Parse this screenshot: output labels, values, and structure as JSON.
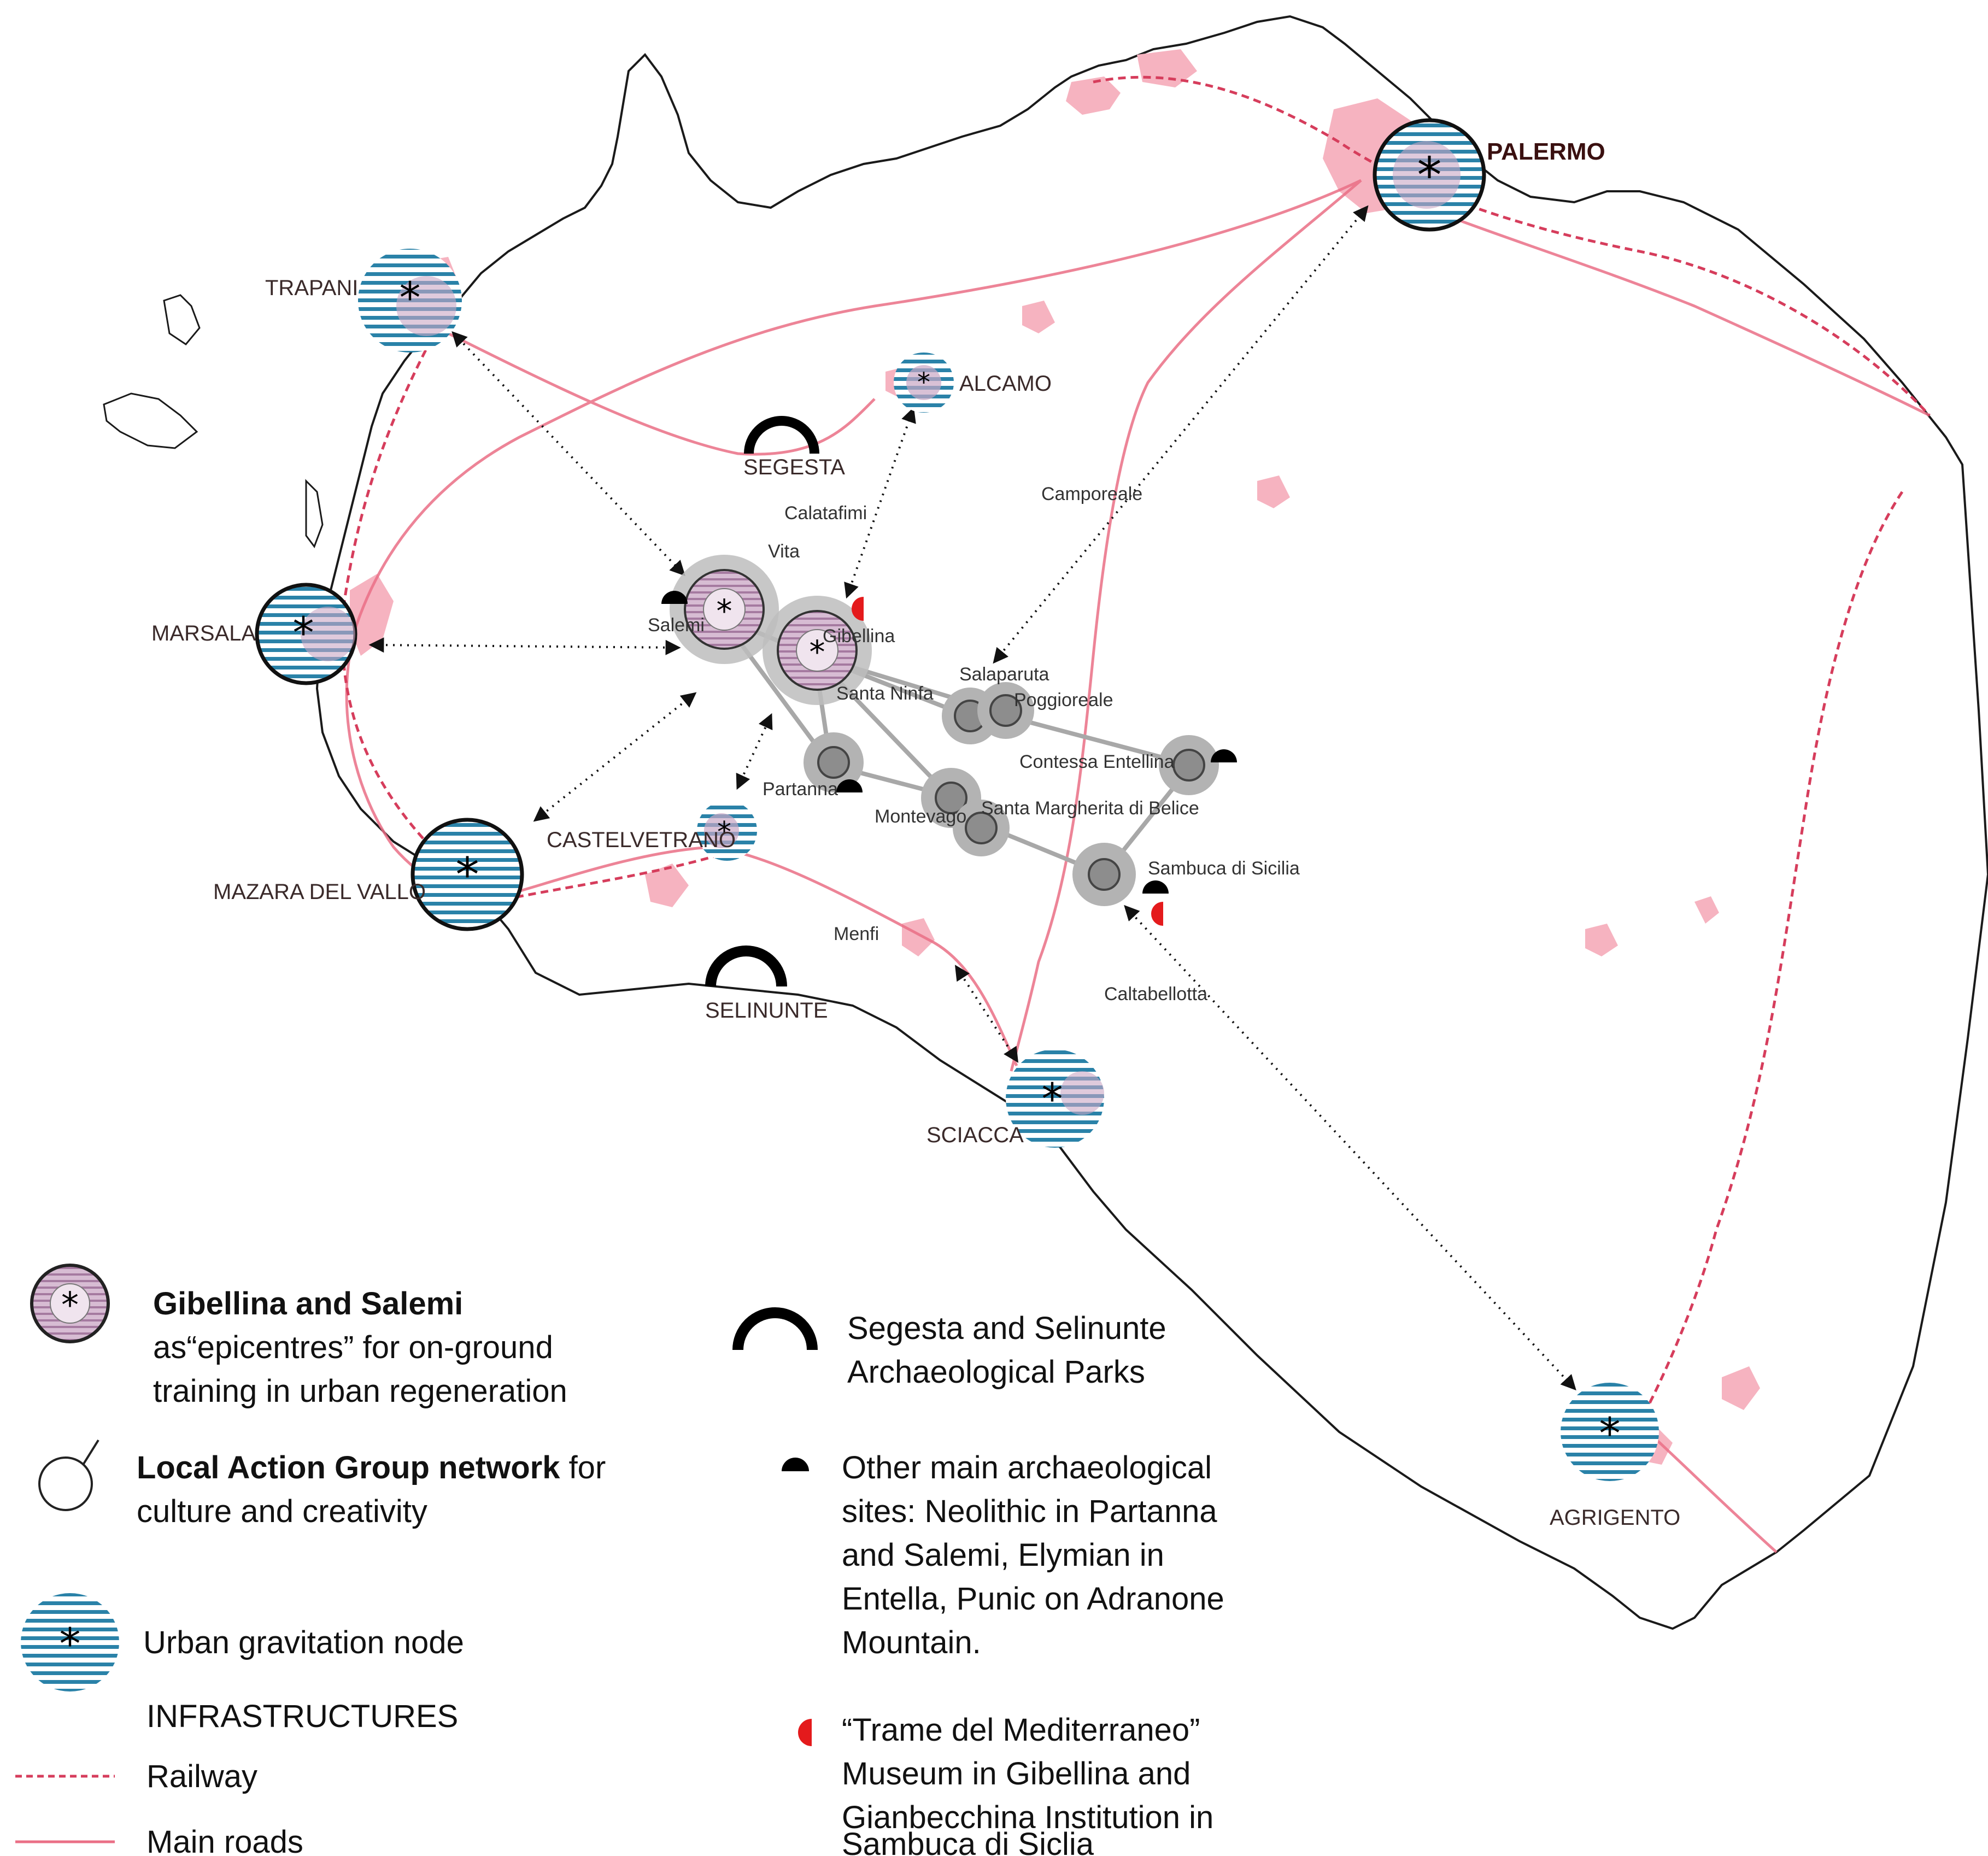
{
  "map": {
    "cities": {
      "palermo": "PALERMO",
      "trapani": "TRAPANI",
      "alcamo": "ALCAMO",
      "marsala": "MARSALA",
      "mazara": "MAZARA DEL VALLO",
      "castelvetrano": "CASTELVETRANO",
      "sciacca": "SCIACCA",
      "agrigento": "AGRIGENTO",
      "segesta": "SEGESTA",
      "selinunte": "SELINUNTE"
    },
    "towns": {
      "camporeale": "Camporeale",
      "calatafimi": "Calatafimi",
      "vita": "Vita",
      "salemi": "Salemi",
      "gibellina": "Gibellina",
      "santa_ninfa": "Santa Ninfa",
      "salaparuta": "Salaparuta",
      "poggioreale": "Poggioreale",
      "contessa": "Contessa Entellina",
      "partanna": "Partanna",
      "montevago": "Montevago",
      "santa_margherita": "Santa Margherita di Belice",
      "sambuca": "Sambuca di Sicilia",
      "menfi": "Menfi",
      "caltabellotta": "Caltabellotta"
    }
  },
  "legend": {
    "epicentre_title": "Gibellina and Salemi",
    "epicentre_line1": "as“epicentres” for on-ground",
    "epicentre_line2": "training in urban regeneration",
    "lag_title": "Local Action Group network",
    "lag_line1_suffix": " for",
    "lag_line2": "culture and creativity",
    "node_label": "Urban gravitation node",
    "infra_title": "INFRASTRUCTURES",
    "railway_label": "Railway",
    "roads_label": "Main roads",
    "parks_line1": "Segesta and Selinunte",
    "parks_line2": "Archaeological Parks",
    "sites_line1": "Other main archaeological",
    "sites_line2": "sites: Neolithic in Partanna",
    "sites_line3": "and Salemi, Elymian in",
    "sites_line4": "Entella, Punic on Adranone",
    "sites_line5": "Mountain.",
    "museum_line1": "“Trame del Mediterraneo”",
    "museum_line2": "Museum in Gibellina and",
    "museum_line3": "Gianbecchina Institution in",
    "museum_line4": "Sambuca di Siclia"
  },
  "colors": {
    "urban_fill": "#f6b3c0",
    "road": "#ea6f86",
    "railway": "#d63d5c",
    "node_stripe": "#2a82a8",
    "epicentre_fill": "#c9a6c4",
    "network_grey": "#9e9e9e",
    "museum_red": "#e41a1c"
  }
}
